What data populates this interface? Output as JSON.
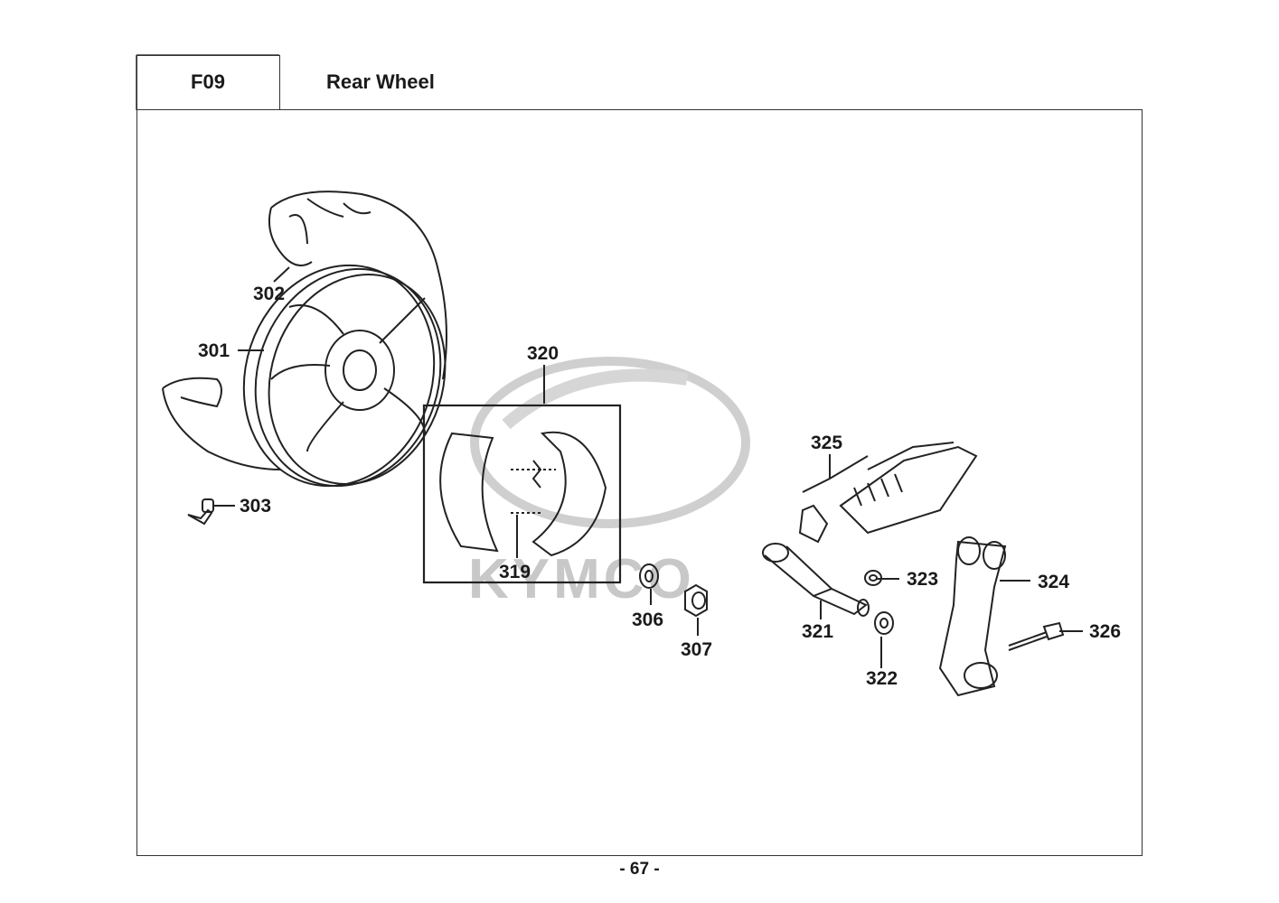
{
  "header": {
    "code": "F09",
    "title": "Rear Wheel"
  },
  "watermark": {
    "text": "KYMCO"
  },
  "callouts": {
    "c301": "301",
    "c302": "302",
    "c303": "303",
    "c306": "306",
    "c307": "307",
    "c319": "319",
    "c320": "320",
    "c321": "321",
    "c322": "322",
    "c323": "323",
    "c324": "324",
    "c325": "325",
    "c326": "326"
  },
  "footer": {
    "page_number": "- 67 -"
  }
}
